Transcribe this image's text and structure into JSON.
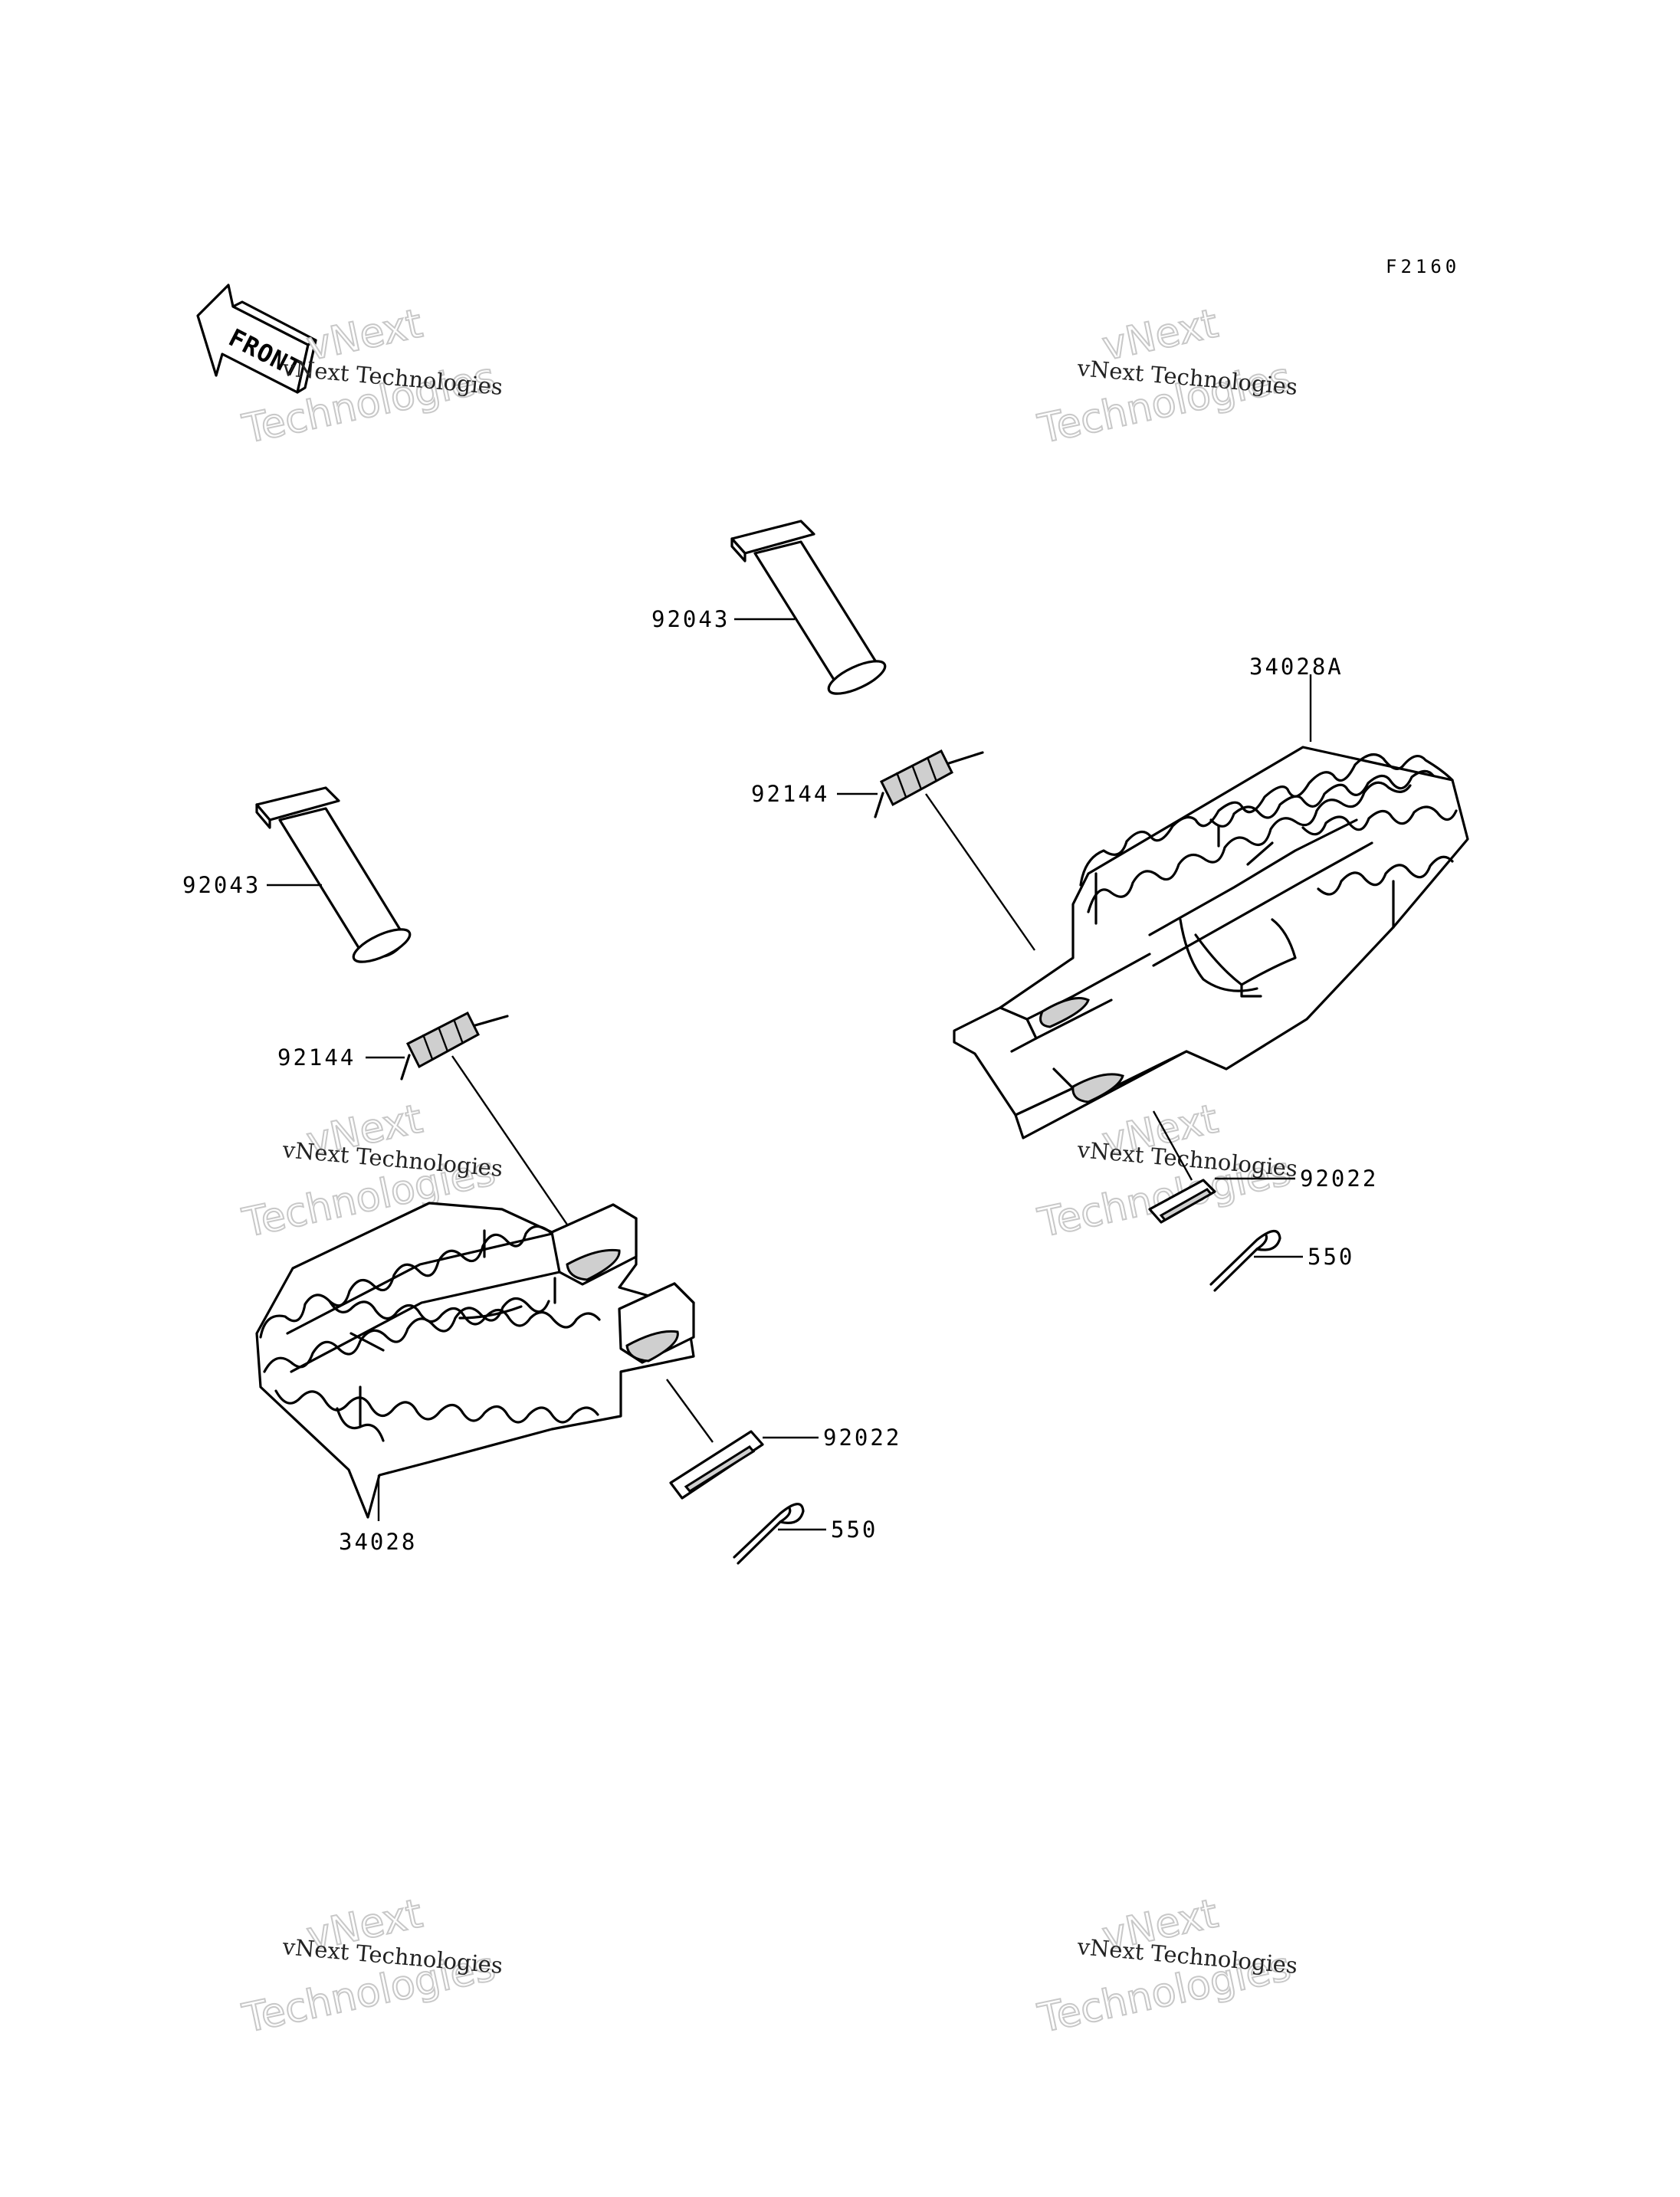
{
  "figure_code": "F2160",
  "front_arrow": {
    "label": "FRONT",
    "icon": "front-direction-arrow-icon"
  },
  "watermark": {
    "line_small": "vNext Technologies",
    "line_big_1": "vNext",
    "line_big_2": "Technologies"
  },
  "labels": {
    "pin_left": "92043",
    "spring_left": "92144",
    "footpeg_left": "34028",
    "washer_left": "92022",
    "cotter_left": "550",
    "pin_right": "92043",
    "spring_right": "92144",
    "footpeg_right": "34028A",
    "washer_right": "92022",
    "cotter_right": "550"
  },
  "colors": {
    "line": "#000000",
    "background": "#ffffff",
    "watermark_outline": "#c8c8c8"
  }
}
